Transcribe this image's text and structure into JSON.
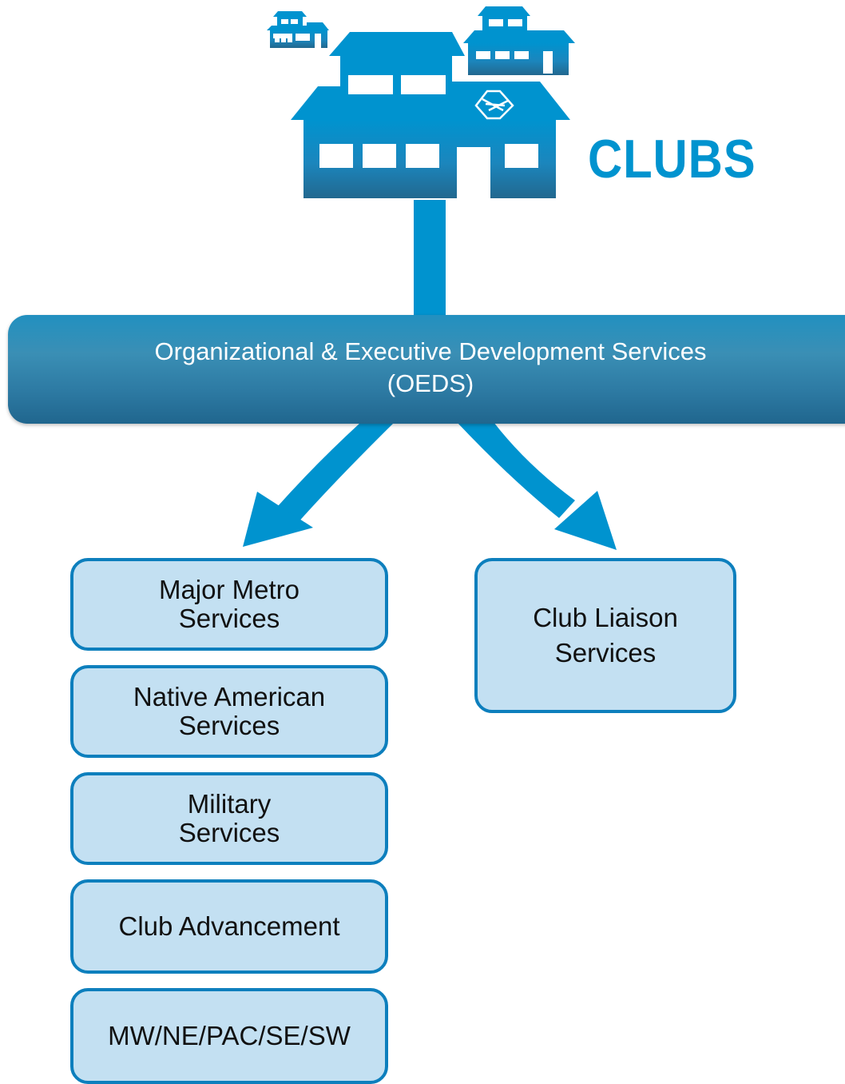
{
  "header": {
    "title": "CLUBS",
    "icon": "club-buildings-icon",
    "accent_color": "#0093cf"
  },
  "banner": {
    "line1": "Organizational & Executive Development Services",
    "line2": "(OEDS)",
    "color": "#2d7aa3"
  },
  "left_column": [
    {
      "lines": [
        "Major Metro",
        "Services"
      ]
    },
    {
      "lines": [
        "Native American",
        "Services"
      ]
    },
    {
      "lines": [
        "Military",
        "Services"
      ]
    },
    {
      "lines": [
        "Club Advancement"
      ]
    },
    {
      "lines": [
        "MW/NE/PAC/SE/SW"
      ]
    }
  ],
  "right_column": [
    {
      "lines": [
        "Club Liaison",
        "Services"
      ]
    }
  ],
  "box_fill": "#c3e0f2",
  "box_border": "#0d7fbd"
}
